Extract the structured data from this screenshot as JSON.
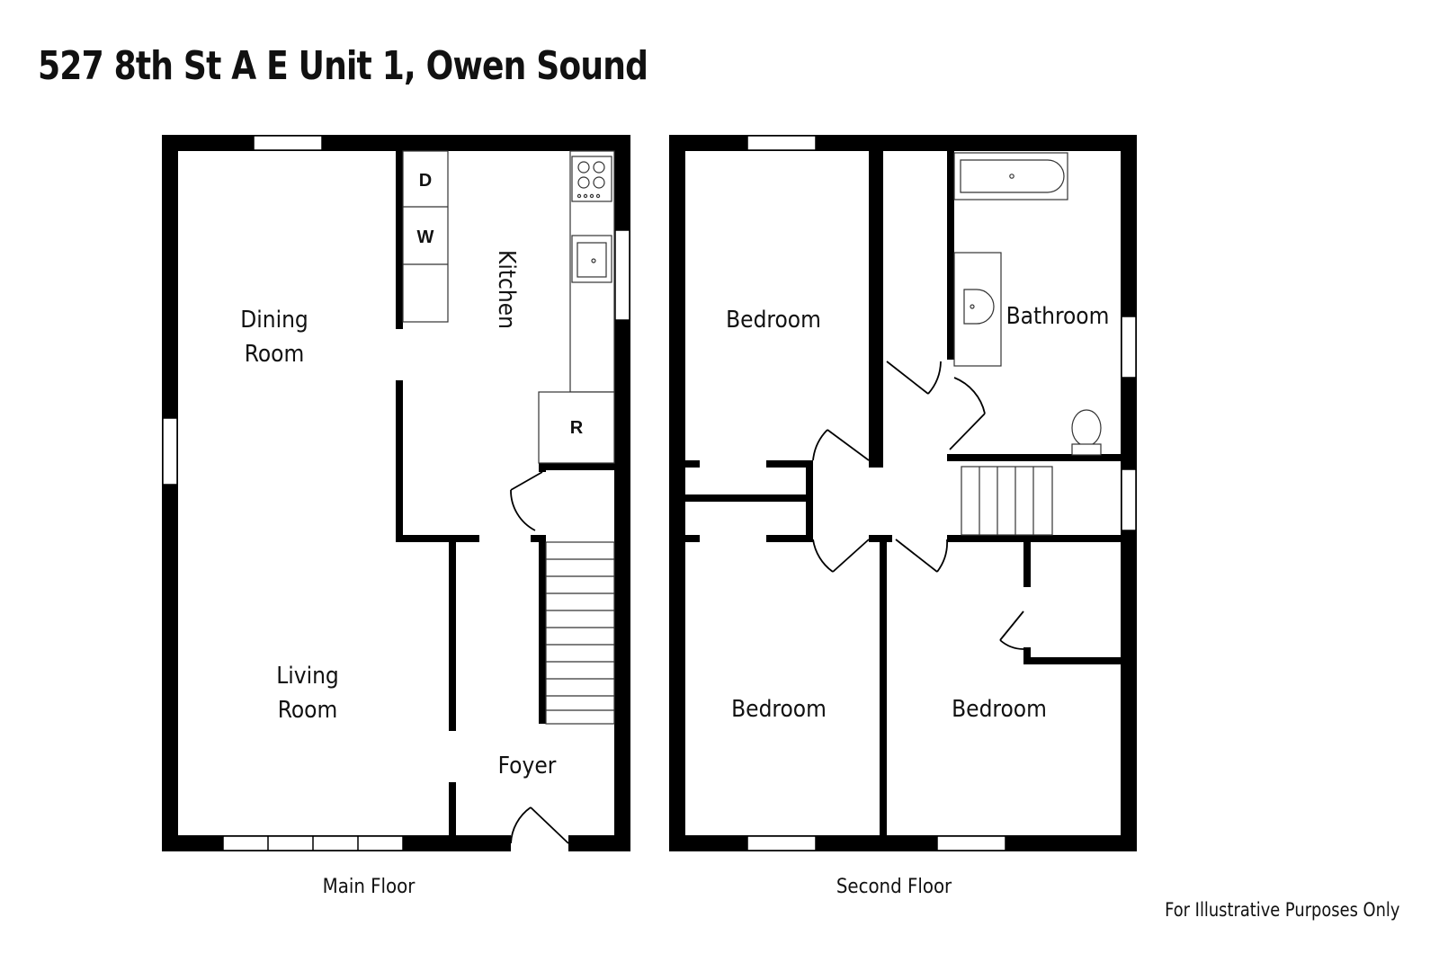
{
  "title": "527 8th St A E Unit 1, Owen Sound",
  "footer_note": "For Illustrative Purposes Only",
  "floors": [
    {
      "name": "Main Floor",
      "rooms": [
        "Dining",
        "Room",
        "Kitchen",
        "Living",
        "Room",
        "Foyer"
      ],
      "appliances": [
        "D",
        "W",
        "R"
      ]
    },
    {
      "name": "Second Floor",
      "rooms": [
        "Bedroom",
        "Bathroom",
        "Bedroom",
        "Bedroom"
      ]
    }
  ],
  "colors": {
    "wall": "#000000",
    "background": "#ffffff",
    "fixture_stroke": "#333333"
  }
}
